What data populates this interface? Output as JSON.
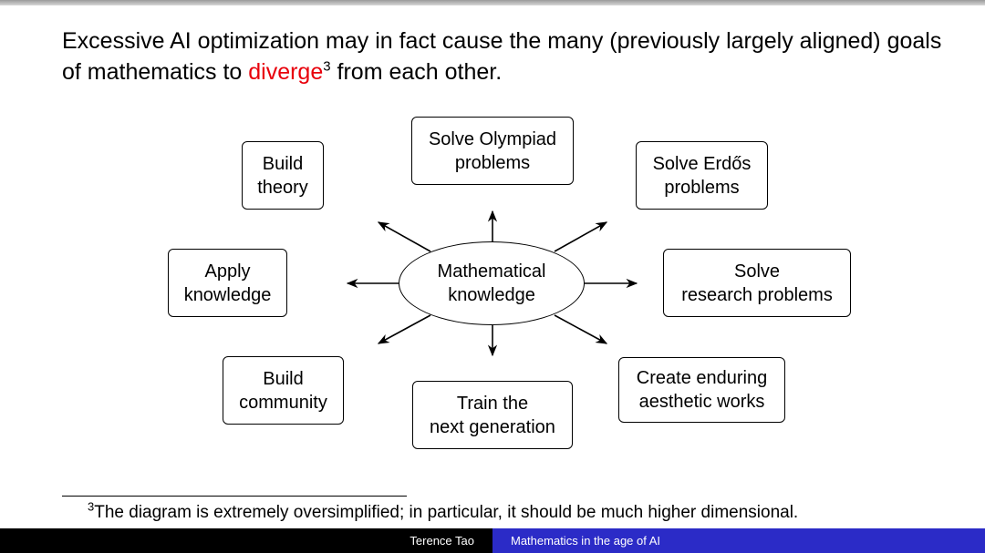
{
  "headline": {
    "part1": "Excessive AI optimization may in fact cause the many (previously largely aligned) goals of mathematics to ",
    "highlight": "diverge",
    "footnote_mark": "3",
    "part2": " from each other.",
    "highlight_color": "#e8000b"
  },
  "diagram": {
    "center": {
      "line1": "Mathematical",
      "line2": "knowledge"
    },
    "goals": {
      "build_theory": {
        "line1": "Build",
        "line2": "theory"
      },
      "olympiad": {
        "line1": "Solve Olympiad",
        "line2": "problems"
      },
      "erdos": {
        "line1": "Solve Erdős",
        "line2": "problems"
      },
      "apply": {
        "line1": "Apply",
        "line2": "knowledge"
      },
      "research": {
        "line1": "Solve",
        "line2": "research problems"
      },
      "community": {
        "line1": "Build",
        "line2": "community"
      },
      "next_gen": {
        "line1": "Train the",
        "line2": "next generation"
      },
      "aesthetic": {
        "line1": "Create enduring",
        "line2": "aesthetic works"
      }
    }
  },
  "footnote": {
    "mark": "3",
    "text": "The diagram is extremely oversimplified; in particular, it should be much higher dimensional."
  },
  "footer": {
    "author": "Terence Tao",
    "title": "Mathematics in the age of AI",
    "left_color": "#000000",
    "right_color": "#2b2bc7"
  }
}
